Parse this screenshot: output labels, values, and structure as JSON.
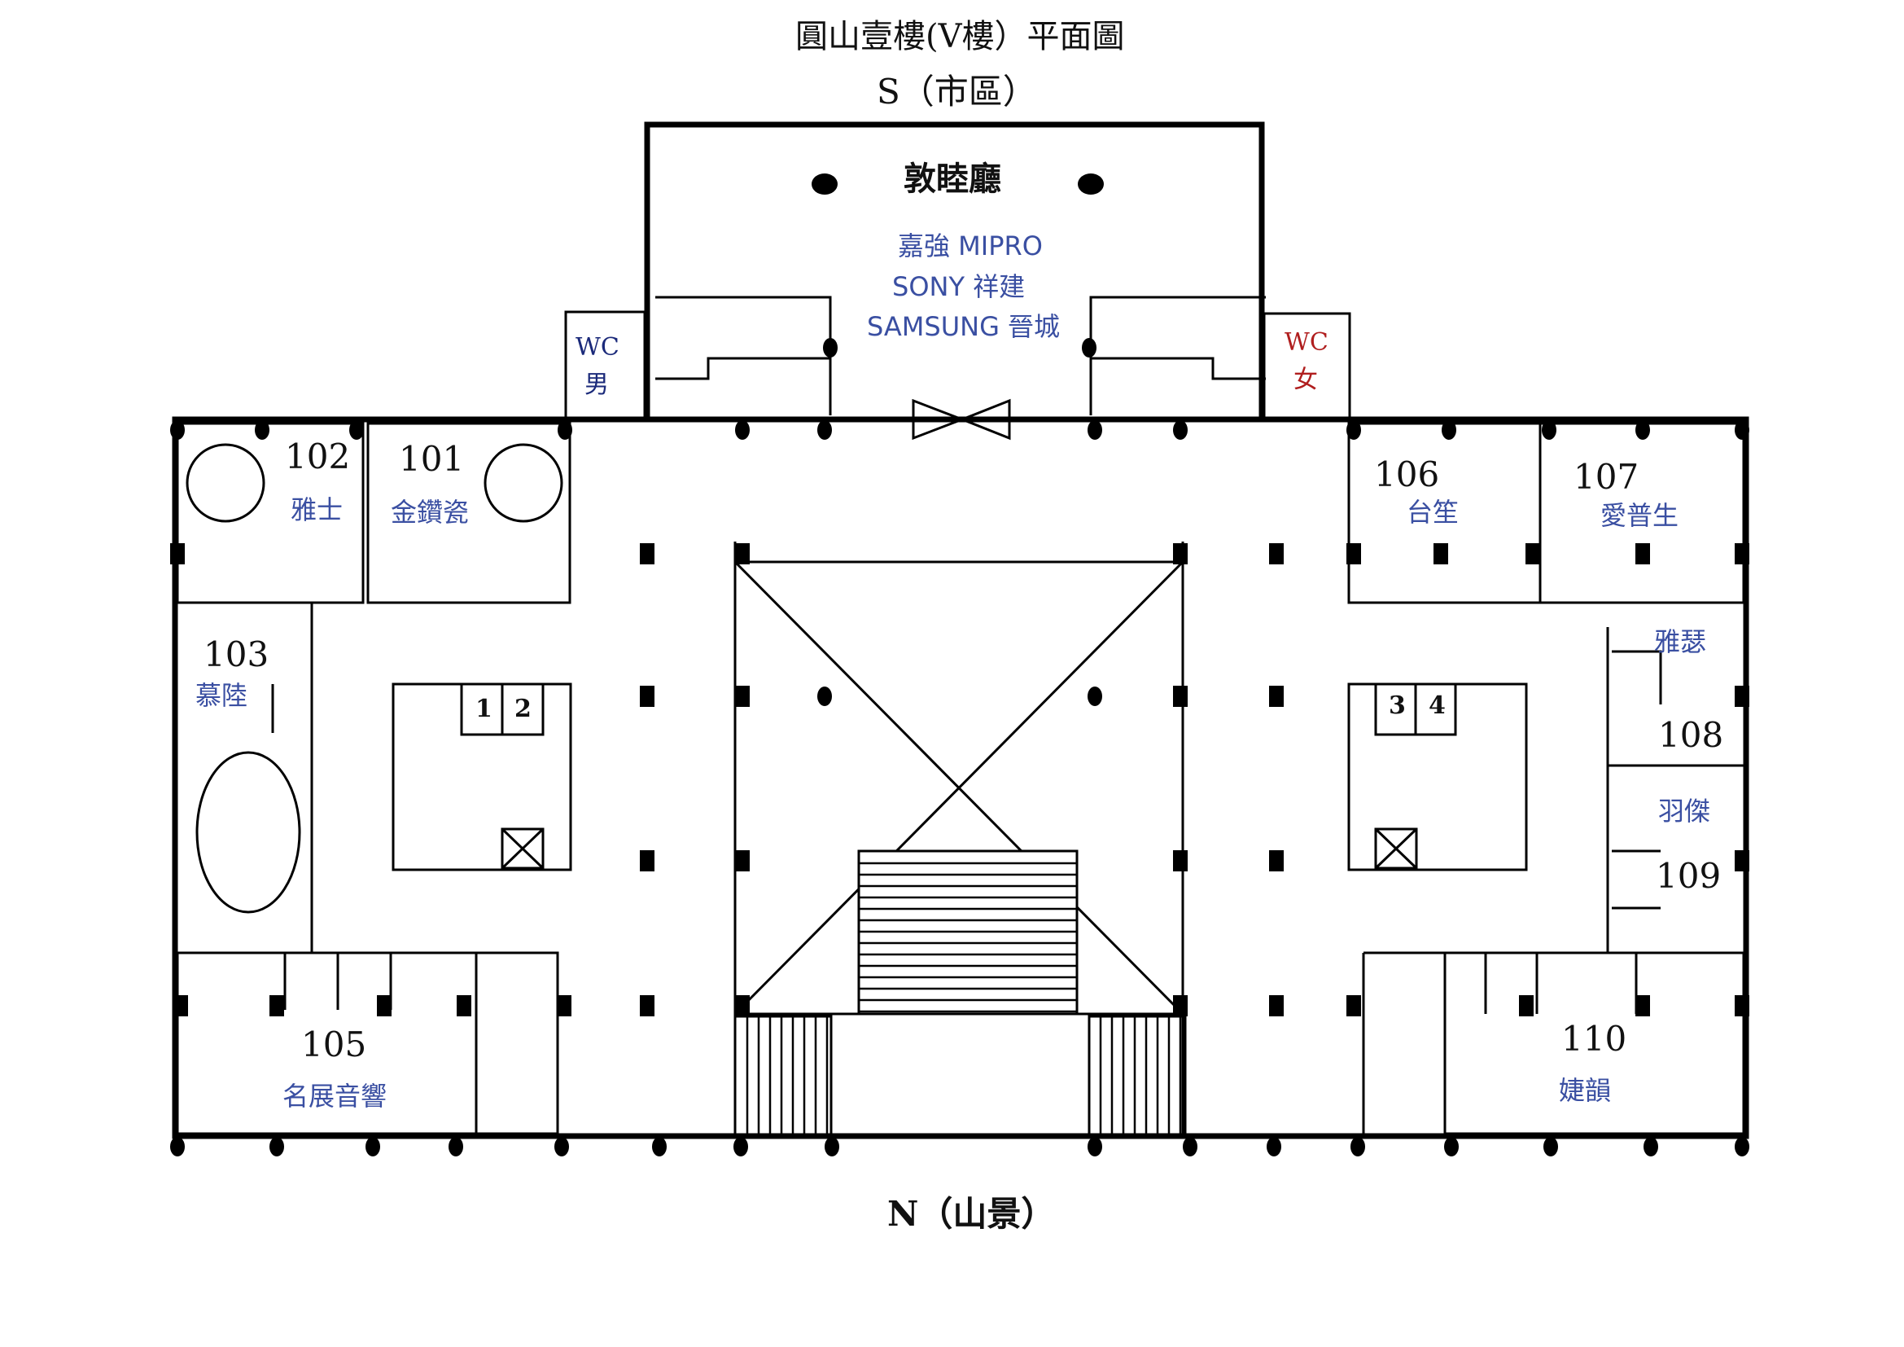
{
  "title": "圓山壹樓(V樓）平面圖",
  "south_label": "S（市區）",
  "north_label": "N（山景）",
  "hall": {
    "name": "敦睦廳",
    "brands": [
      "嘉強 MIPRO",
      "SONY 祥建",
      "SAMSUNG 晉城"
    ]
  },
  "restrooms": {
    "men": {
      "code": "WC",
      "label": "男",
      "color": "#1b2a7a"
    },
    "women": {
      "code": "WC",
      "label": "女",
      "color": "#b01e1e"
    }
  },
  "rooms": [
    {
      "number": "102",
      "tenant": "雅士"
    },
    {
      "number": "101",
      "tenant": "金鑽瓷"
    },
    {
      "number": "103",
      "tenant": "慕陸"
    },
    {
      "number": "105",
      "tenant": "名展音響"
    },
    {
      "number": "106",
      "tenant": "台笙"
    },
    {
      "number": "107",
      "tenant": "愛普生"
    },
    {
      "number": "108",
      "tenant": "雅瑟"
    },
    {
      "number": "109",
      "tenant": "羽傑"
    },
    {
      "number": "110",
      "tenant": "婕韻"
    }
  ],
  "elevators": [
    "1",
    "2",
    "3",
    "4"
  ],
  "colors": {
    "line": "#000000",
    "tenant_text": "#3a4fa2"
  }
}
